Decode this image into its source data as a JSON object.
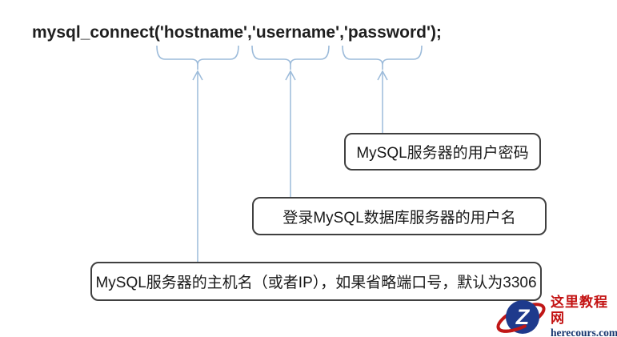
{
  "code_line": "mysql_connect('hostname','username','password');",
  "callouts": {
    "hostname": {
      "label": "MySQL服务器的主机名（或者IP），如果省略端口号，默认为3306"
    },
    "username": {
      "label": "登录MySQL数据库服务器的用户名"
    },
    "password": {
      "label": "MySQL服务器的用户密码"
    }
  },
  "watermark": {
    "site_name": "这里教程网",
    "site_url": "herecours.com",
    "logo_letter": "Z"
  },
  "colors": {
    "annotation_blue": "#9cbbda",
    "box_border": "#404040",
    "code_text": "#1f1f1f",
    "logo_blue": "#1e3a8c",
    "logo_red": "#c01616",
    "site_name_red": "#c31212",
    "site_url_navy": "#16356e"
  }
}
